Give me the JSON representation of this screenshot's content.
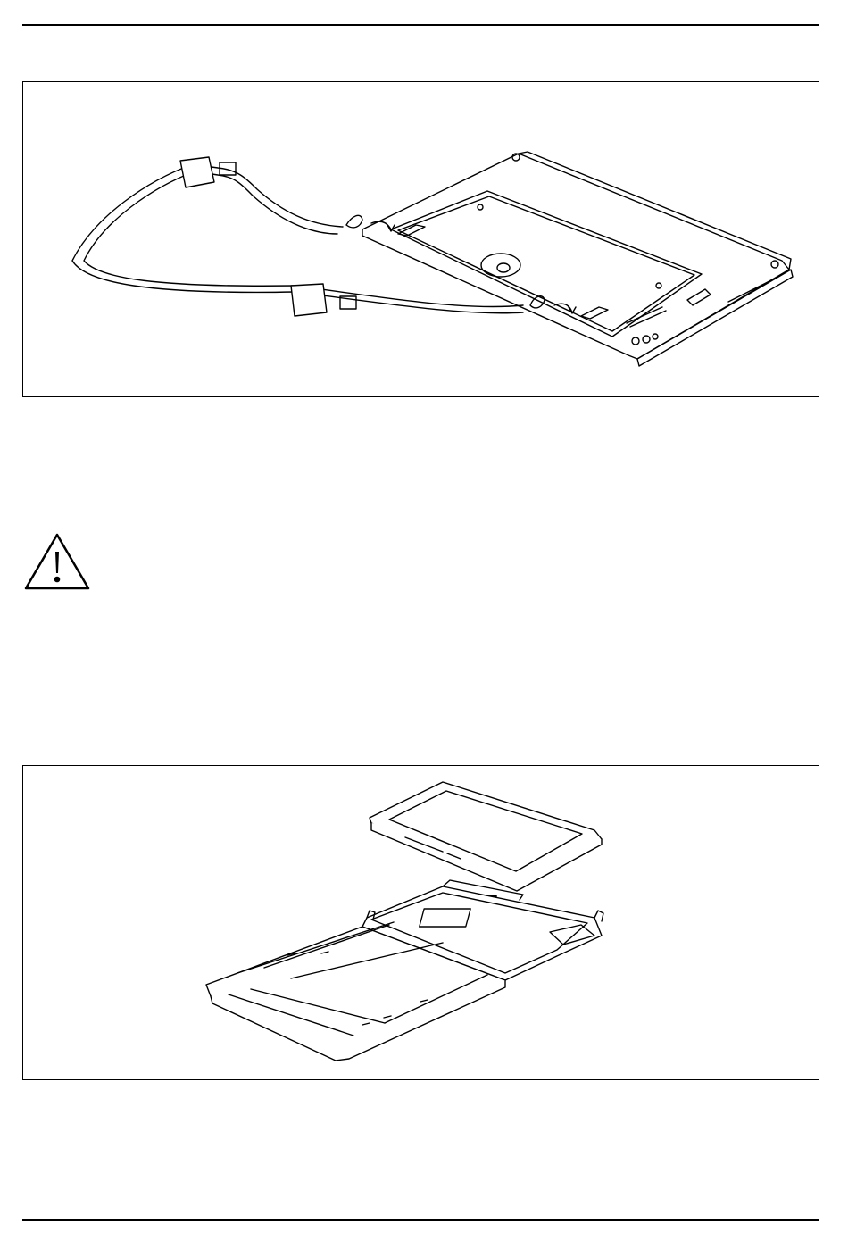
{
  "figures": [
    {
      "id": "shoulder-strap",
      "icon": "tablet-shoulder-strap-illustration"
    },
    {
      "id": "cover-insert",
      "icon": "tablet-cover-insert-illustration"
    }
  ],
  "warning": {
    "icon": "warning-triangle-icon"
  }
}
